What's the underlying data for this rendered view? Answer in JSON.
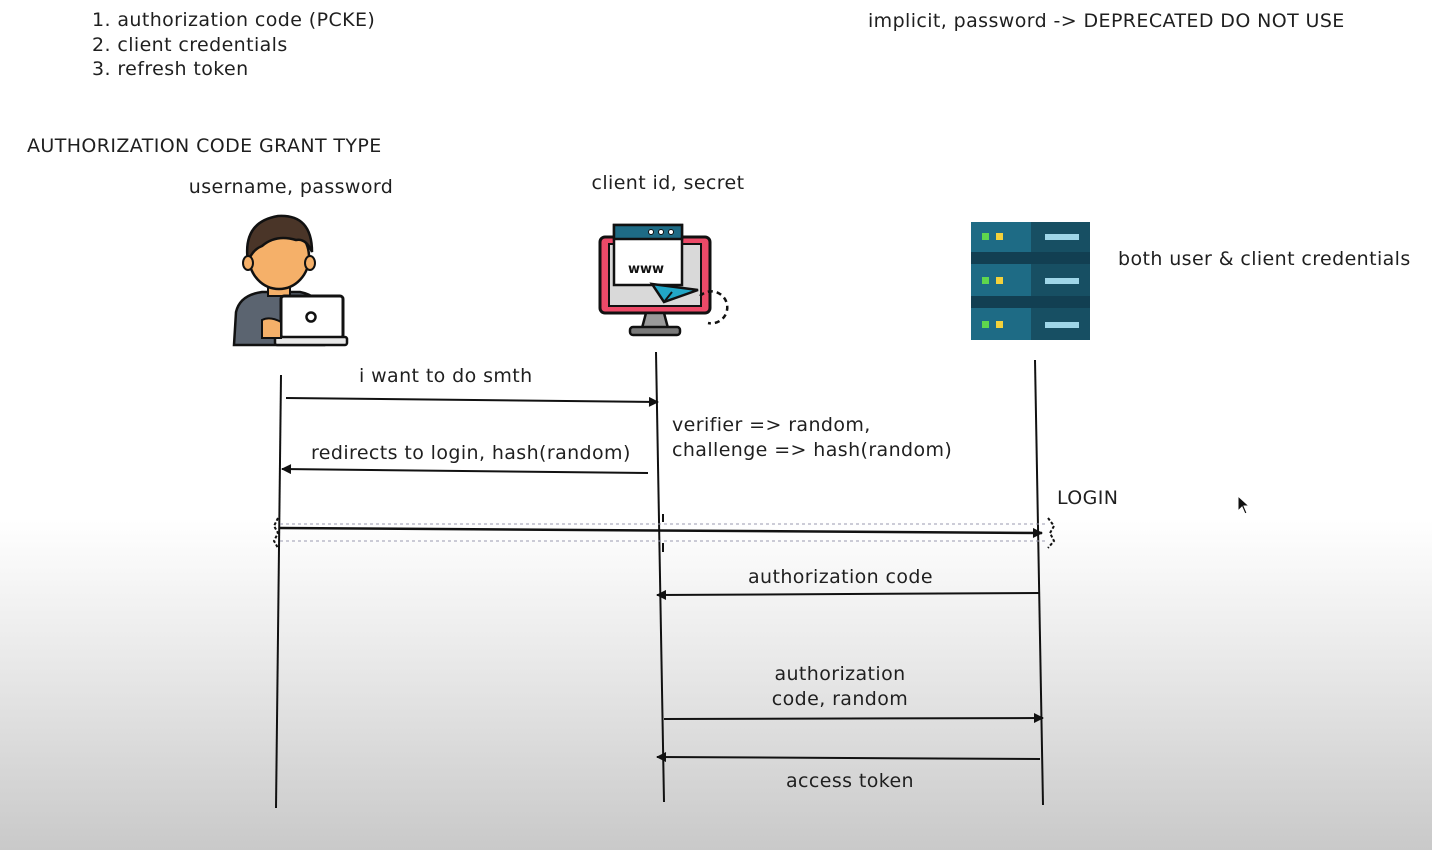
{
  "grant_list": [
    {
      "label": "1. authorization code (PCKE)"
    },
    {
      "label": "2. client credentials"
    },
    {
      "label": "3. refresh token"
    }
  ],
  "deprecated_note": "implicit, password -> DEPRECATED DO NOT USE",
  "section_title": "AUTHORIZATION CODE GRANT TYPE",
  "actors": {
    "user": {
      "label": "username, password",
      "icon": "user-with-laptop-icon"
    },
    "client": {
      "label": "client id, secret",
      "icon": "browser-www-monitor-icon"
    },
    "server": {
      "label": "both user & client credentials",
      "icon": "server-rack-icon"
    }
  },
  "messages": {
    "m1": "i want to do smth",
    "m2": "redirects to login, hash(random)",
    "verifier_line1": "verifier  => random,",
    "verifier_line2": "challenge   => hash(random)",
    "login": "LOGIN",
    "m4": "authorization code",
    "m5_line1": "authorization",
    "m5_line2": "code, random",
    "m6": "access token"
  },
  "colors": {
    "server_teal": "#1e6b85",
    "server_dark": "#123f52",
    "monitor_pink": "#ec4a68",
    "skin": "#f5b069"
  }
}
